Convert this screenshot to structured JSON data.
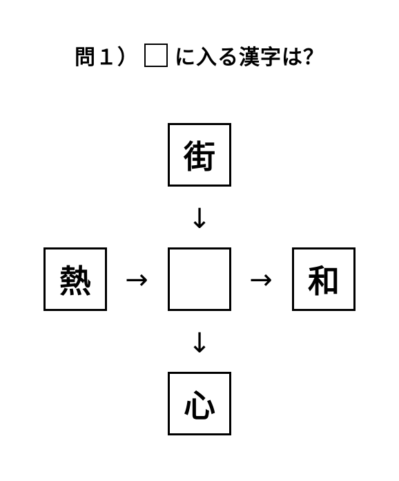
{
  "question": {
    "prefix": "問１）",
    "suffix": "に入る漢字は？"
  },
  "puzzle": {
    "top": "街",
    "left": "熱",
    "center": "",
    "right": "和",
    "bottom": "心"
  },
  "arrows": {
    "down": "↓",
    "right": "→"
  }
}
